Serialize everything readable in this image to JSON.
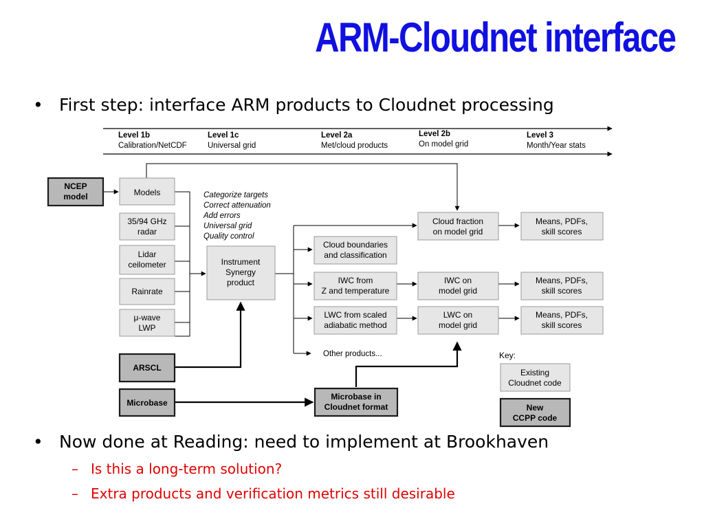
{
  "slide": {
    "title": "ARM-Cloudnet interface",
    "bullets": [
      {
        "glyph": "•",
        "text": "First step: interface ARM products to Cloudnet processing"
      },
      {
        "glyph": "•",
        "text": "Now done at Reading: need to implement at Brookhaven"
      }
    ],
    "sub_bullets": [
      {
        "glyph": "–",
        "text": "Is this a long-term solution?"
      },
      {
        "glyph": "–",
        "text": "Extra products and verification metrics still desirable"
      }
    ]
  },
  "diagram": {
    "levels": [
      {
        "name": "Level 1b",
        "desc": "Calibration/NetCDF"
      },
      {
        "name": "Level 1c",
        "desc": "Universal grid"
      },
      {
        "name": "Level 2a",
        "desc": "Met/cloud products"
      },
      {
        "name": "Level 2b",
        "desc": "On model grid"
      },
      {
        "name": "Level 3",
        "desc": "Month/Year stats"
      }
    ],
    "boxes": {
      "ncep": [
        "NCEP",
        "model"
      ],
      "models": [
        "Models"
      ],
      "radar": [
        "35/94 GHz",
        "radar"
      ],
      "lidar": [
        "Lidar",
        "ceilometer"
      ],
      "rainrate": [
        "Rainrate"
      ],
      "mwave": [
        "μ-wave",
        "LWP"
      ],
      "synergy": [
        "Instrument",
        "Synergy",
        "product"
      ],
      "cloud_fraction": [
        "Cloud fraction",
        "on model grid"
      ],
      "cloud_boundaries": [
        "Cloud boundaries",
        "and classification"
      ],
      "iwc_from": [
        "IWC from",
        "Z and temperature"
      ],
      "lwc_from": [
        "LWC from scaled",
        "adiabatic method"
      ],
      "iwc_on": [
        "IWC on",
        "model grid"
      ],
      "lwc_on": [
        "LWC on",
        "model grid"
      ],
      "means1": [
        "Means, PDFs,",
        "skill scores"
      ],
      "means2": [
        "Means, PDFs,",
        "skill scores"
      ],
      "means3": [
        "Means, PDFs,",
        "skill scores"
      ],
      "arscl": [
        "ARSCL"
      ],
      "microbase": [
        "Microbase"
      ],
      "microbase_cloudnet": [
        "Microbase in",
        "Cloudnet format"
      ],
      "key_existing": [
        "Existing",
        "Cloudnet code"
      ],
      "key_new": [
        "New",
        "CCPP code"
      ]
    },
    "other_products": "Other products...",
    "steps": [
      "Categorize targets",
      "Correct attenuation",
      "Add errors",
      "Universal grid",
      "Quality control"
    ],
    "key_label": "Key:",
    "colors": {
      "existing_fill": "#e6e6e6",
      "existing_stroke": "#9a9a9a",
      "new_fill": "#b8b8b8",
      "new_stroke": "#1a1a1a",
      "title": "#1010e0",
      "sub_bullet": "#e00000"
    }
  }
}
